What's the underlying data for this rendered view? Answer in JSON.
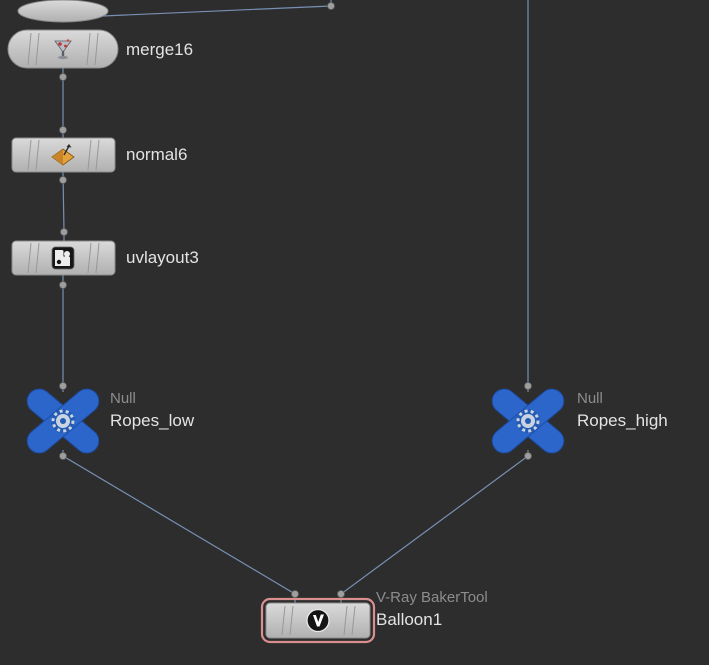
{
  "editor": {
    "background_color": "#2d2d2d",
    "wire_color": "#7b96ba"
  },
  "nodes": {
    "merge16": {
      "name": "merge16"
    },
    "normal6": {
      "name": "normal6"
    },
    "uvlayout3": {
      "name": "uvlayout3"
    },
    "ropes_low": {
      "type_label": "Null",
      "name": "Ropes_low"
    },
    "ropes_high": {
      "type_label": "Null",
      "name": "Ropes_high"
    },
    "balloon1": {
      "type_label": "V-Ray BakerTool",
      "name": "Balloon1",
      "selected": true
    }
  },
  "colors": {
    "node_body": "#c8c8c8",
    "null_node_blue": "#2d66cb",
    "selection_outline": "#d98f8f",
    "node_name_text": "#e3e3e3",
    "node_type_text": "#8d8d8d",
    "connector_dot": "#9e9e9e",
    "normal_icon_orange": "#e4a23c"
  }
}
